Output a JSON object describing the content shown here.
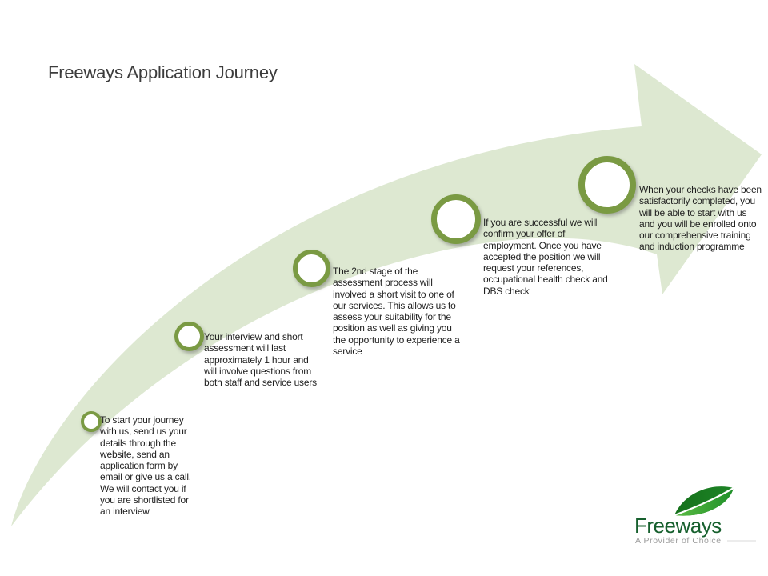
{
  "title": "Freeways Application Journey",
  "colors": {
    "arrow_fill": "#dde8d1",
    "ring": "#7a9a43",
    "title_text": "#3c3c3c",
    "body_text": "#1f1f1f",
    "logo_green_dark": "#17602e",
    "tagline_gray": "#9c9c9c"
  },
  "stages": [
    {
      "id": 1,
      "text": "To start your journey\nwith us, send us your\ndetails through the\nwebsite, send an\napplication form by\nemail or give us a call.\nWe will contact you if\nyou are shortlisted for\nan interview"
    },
    {
      "id": 2,
      "text": "Your interview and short\nassessment will last\napproximately 1 hour and\nwill involve questions from\nboth staff and service users"
    },
    {
      "id": 3,
      "text": "The 2nd stage of the\nassessment process will\ninvolved a short visit to one of\nour services. This allows us to\nassess your suitability for the\nposition as well as giving you\nthe opportunity to experience a\nservice"
    },
    {
      "id": 4,
      "text": "If you are successful we will\nconfirm your offer of\nemployment. Once you have\naccepted the position we will\nrequest your references,\noccupational health check and\nDBS check"
    },
    {
      "id": 5,
      "text": "When your checks have been\nsatisfactorily completed, you\nwill be able to start with us\nand you will be enrolled onto\nour comprehensive training\nand induction programme"
    }
  ],
  "logo": {
    "name": "Freeways",
    "tagline": "A Provider of Choice"
  }
}
